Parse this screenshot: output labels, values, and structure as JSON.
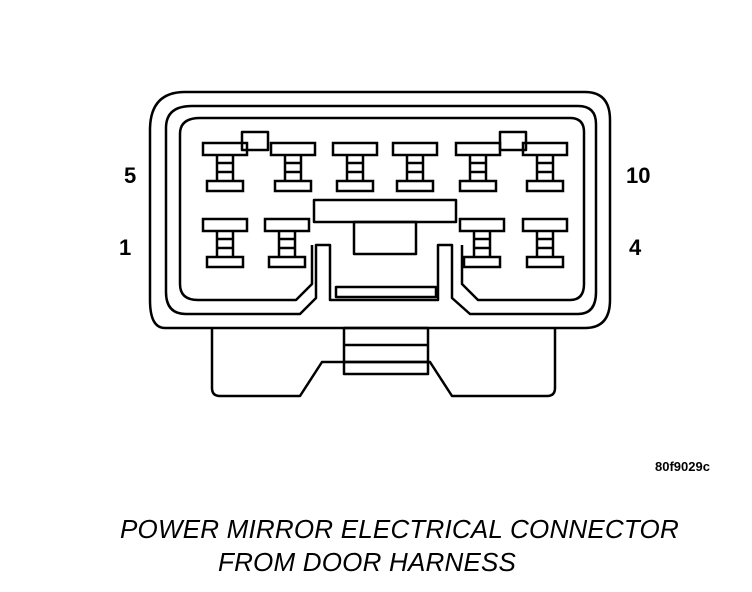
{
  "pin_labels": {
    "top_left": "5",
    "top_right": "10",
    "bottom_left": "1",
    "bottom_right": "4"
  },
  "reference_code": "80f9029c",
  "caption": {
    "line1": "POWER MIRROR ELECTRICAL CONNECTOR",
    "line2": "FROM DOOR HARNESS"
  },
  "colors": {
    "line": "#000000",
    "background": "#ffffff"
  }
}
